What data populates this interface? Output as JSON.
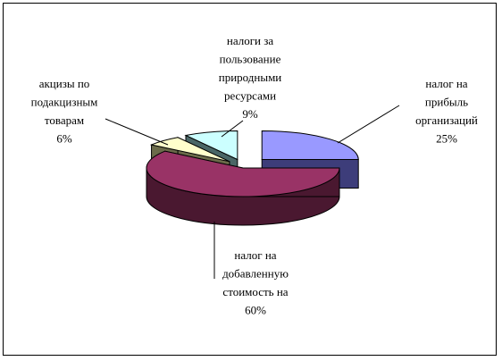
{
  "chart_data": {
    "type": "pie",
    "style": "3d-exploded",
    "title": "",
    "slices": [
      {
        "label": "налог на прибыль организаций",
        "value": 25,
        "percent_text": "25%",
        "color": "#9999FF",
        "side_color": "#3D3D7A"
      },
      {
        "label": "налог на добавленную стоимость на",
        "value": 60,
        "percent_text": "60%",
        "color": "#993366",
        "side_color": "#4A1830"
      },
      {
        "label": "акцизы по подакцизным товарам",
        "value": 6,
        "percent_text": "6%",
        "color": "#FFFFCC",
        "side_color": "#6B6B4A"
      },
      {
        "label": "налоги за пользование природными ресурсами",
        "value": 9,
        "percent_text": "9%",
        "color": "#CCFFFF",
        "side_color": "#4A6666"
      }
    ],
    "label_lines": {
      "0": [
        "налог на",
        "прибыль",
        "организаций",
        "25%"
      ],
      "1": [
        "налог на",
        "добавленную",
        "стоимость на",
        "60%"
      ],
      "2": [
        "акцизы по",
        "подакцизным",
        "товарам",
        "6%"
      ],
      "3": [
        "налоги за",
        "пользование",
        "природными",
        "ресурсами",
        "9%"
      ]
    },
    "legend": "none",
    "grid": false
  }
}
